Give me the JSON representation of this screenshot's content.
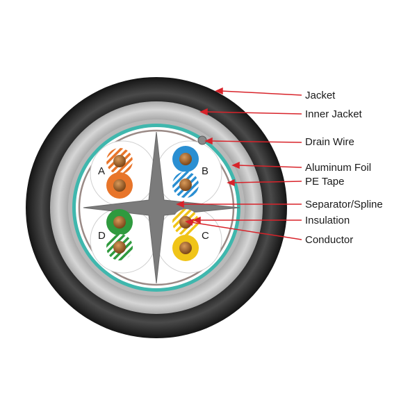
{
  "colors": {
    "jacket": "#2a2a2a",
    "inner_jacket": "#bdbdbd",
    "aluminum_foil": "#a9a9a9",
    "pe_tape": "#3fb7ad",
    "core": "#ffffff",
    "spline": "#7b7b7b",
    "leader": "#d8232a",
    "copper": "#a0642e",
    "orange": "#e8752a",
    "blue": "#2a8fd2",
    "green": "#2f9a3e",
    "yellow": "#f0c418"
  },
  "callouts": [
    {
      "id": "jacket",
      "label": "Jacket"
    },
    {
      "id": "inner-jacket",
      "label": "Inner Jacket"
    },
    {
      "id": "drain-wire",
      "label": "Drain Wire"
    },
    {
      "id": "aluminum-foil",
      "label": "Aluminum Foil"
    },
    {
      "id": "pe-tape",
      "label": "PE Tape"
    },
    {
      "id": "separator-spline",
      "label": "Separator/Spline"
    },
    {
      "id": "insulation",
      "label": "Insulation"
    },
    {
      "id": "conductor",
      "label": "Conductor"
    }
  ],
  "pairs": [
    {
      "id": "pair-a",
      "label": "A",
      "color_name": "orange"
    },
    {
      "id": "pair-b",
      "label": "B",
      "color_name": "blue"
    },
    {
      "id": "pair-c",
      "label": "C",
      "color_name": "yellow"
    },
    {
      "id": "pair-d",
      "label": "D",
      "color_name": "green"
    }
  ]
}
